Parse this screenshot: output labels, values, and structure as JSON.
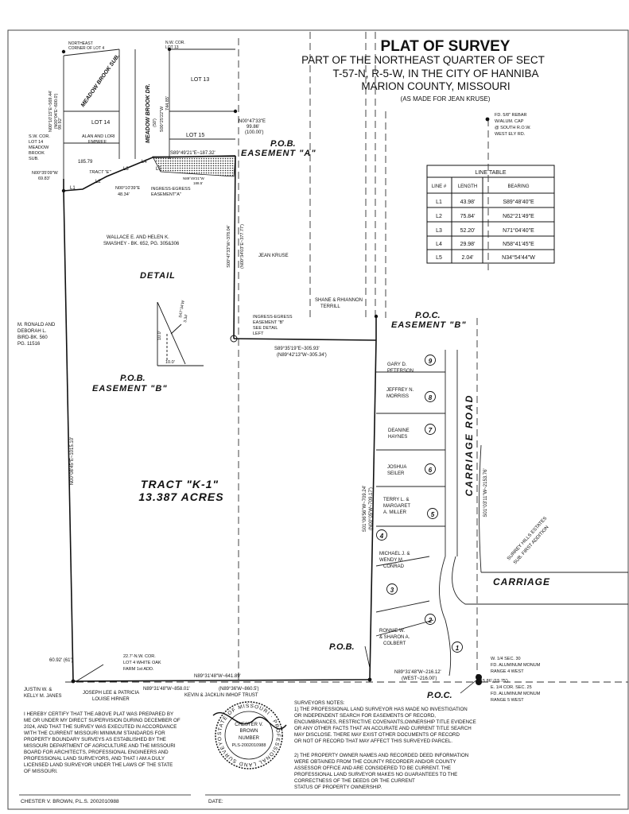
{
  "title": {
    "main": "PLAT OF SURVEY",
    "line2": "PART OF THE NORTHEAST QUARTER OF SECT",
    "line3": "T-57-N, R-5-W, IN THE CITY OF HANNIBA",
    "line4": "MARION COUNTY, MISSOURI",
    "line5": "(AS MADE FOR JEAN KRUSE)"
  },
  "line_table": {
    "title": "LINE TABLE",
    "headers": [
      "LINE #",
      "LENGTH",
      "BEARING"
    ],
    "rows": [
      {
        "line": "L1",
        "length": "43.98'",
        "bearing": "S89°48'40\"E"
      },
      {
        "line": "L2",
        "length": "75.84'",
        "bearing": "N62°21'49\"E"
      },
      {
        "line": "L3",
        "length": "52.20'",
        "bearing": "N71°04'40\"E"
      },
      {
        "line": "L4",
        "length": "29.98'",
        "bearing": "N58°41'45\"E"
      },
      {
        "line": "L5",
        "length": "2.04'",
        "bearing": "N34°54'44\"W"
      }
    ]
  },
  "labels": {
    "ne_corner": [
      "NORTHEAST",
      "CORNER OF LOT 4"
    ],
    "nw_cor_lot13": [
      "N.W. COR.",
      "LOT 13"
    ],
    "lot13": "LOT 13",
    "lot14": "LOT 14",
    "lot15": "LOT 15",
    "meadow_brook_sub": "MEADOW BROOK SUB.",
    "meadow_brook_dr": "MEADOW BROOK DR.",
    "dr_width": "(50')",
    "alan_lori": [
      "ALAN AND LORI",
      "EMBREE"
    ],
    "sw_cor_lot14": [
      "S.W. COR.",
      "LOT 14",
      "MEADOW",
      "BROOK",
      "SUB."
    ],
    "bearing_west_top": "N00°10'15\"E~569.44'",
    "bearing_west_top_rec": "(N00°04'E~600.0')",
    "dist_99_92": "99.92'",
    "dist_185_79": "185.79",
    "lot15_east": "S00°25'22\"W",
    "lot15_east_2": "744.85'",
    "n00_47": "N00°47'33\"E",
    "n00_47_dist": "99.86'",
    "n00_47_rec": "(100.00')",
    "s89_49": "S89°49'21\"E~187.32'",
    "pob_a1": "P.O.B.",
    "pob_a2": "EASEMENT \"A\"",
    "n00_35": "N00°35'09\"W",
    "n00_35_dist": "69.83'",
    "tract_e": "TRACT \"E\"",
    "n00_10_39": "N00°10'39\"E",
    "dist_48_34": "48.34'",
    "ingress_a": [
      "INGRESS-EGRESS",
      "EASEMENT\"A\""
    ],
    "n89_49_small": "N89°49'21\"W",
    "dist_188_5": "188.5'",
    "wallace": [
      "WALLACE E. AND HELEN K.",
      "SMASHEY - BK. 652, PG. 305&306"
    ],
    "jean_kruse": "JEAN KRUSE",
    "s00_47": "S00°47'33\"W~378.04'",
    "s00_47_rec": "(N00°34'03\"E~377.77')",
    "shane": [
      "SHANE & RHIANNON",
      "TERRILL"
    ],
    "detail": "DETAIL",
    "ronald": [
      "M. RONALD AND",
      "DEBORAH L.",
      "BIRD-BK. 560",
      "PG. 11516"
    ],
    "ingress_b": [
      "INGRESS-EGRESS",
      "EASEMENT \"B\"",
      "SEE DETAIL",
      "LEFT"
    ],
    "poc_b1": "P.O.C.",
    "poc_b2": "EASEMENT \"B\"",
    "s89_35": "S89°35'19\"E~305.93'",
    "s89_35_rec": "(N89°42'13\"W~305.34')",
    "pob_b1": "P.O.B.",
    "pob_b2": "EASEMENT \"B\"",
    "detail_10": "10.0'",
    "detail_10b": "10.0'",
    "detail_bearing": "S47°34'W",
    "detail_dist": "3.34'",
    "west_bearing": "N00°08'45\"E~1015.10'",
    "tract_k1_1": "TRACT \"K-1\"",
    "tract_k1_2": "13.387 ACRES",
    "gary": [
      "GARY D.",
      "PETERSON"
    ],
    "jeffrey": [
      "JEFFREY N.",
      "MORRISS"
    ],
    "deanine": [
      "DEANINE",
      "HAYNES"
    ],
    "joshua": [
      "JOSHUA",
      "SEILER"
    ],
    "terry": [
      "TERRY L. &",
      "MARGARET",
      "A. MILLER"
    ],
    "michael": [
      "MICHAEL J. &",
      "WENDY M.",
      "CONRAD"
    ],
    "ronnie": [
      "RONNIE W.",
      "& SHARON A.",
      "COLBERT"
    ],
    "carriage_road": "CARRIAGE ROAD",
    "carriage_2": "CARRIAGE",
    "s01_06": "S01°06'56\"W~709.24'",
    "s01_06_rec": "(N00°05'W~709.17')",
    "s01_03": "S01°03'11\"W~2153.76'",
    "surrey": [
      "SURREY HILLS ESTATES",
      "SUB. FIRST ADDITION"
    ],
    "fd_rebar": [
      "FD. 5/8\" REBAR",
      "W/ALUM. CAP",
      "@ SOUTH R.O.W.",
      "WEST ELY RD."
    ],
    "pob_bottom": "P.O.B.",
    "poc_bottom": "P.O.C.",
    "n89_31_east": "N89°31'48\"W~216.12'",
    "n89_31_east_rec": "(WEST~216.00')",
    "dist_60_92": "60.92' (61')",
    "nw_cor_lot4": [
      "22.7'-N.W. COR.",
      "LOT 4 WHITE OAK",
      "FARM 1st ADD."
    ],
    "n89_31_mid": "N89°31'48\"W~641.89'",
    "n89_31_west": "N89°31'48\"W~858.01'",
    "n89_36_rec": "(N89°36'W~860.5')",
    "kevin": "KEVIN & JACKLIN IMHOF TRUST",
    "justin": [
      "JUSTIN W. &",
      "KELLY M. JANES"
    ],
    "joseph": [
      "JOSEPH LEE & PATRICIA",
      "LOUISE HIRNER"
    ],
    "w_quarter": [
      "W. 1/4 SEC. 30",
      "FD. ALUMINUM MONUM",
      "RANGE 4 WEST"
    ],
    "e_quarter": [
      "E. 1/4 COR. SEC. 25",
      "FD. ALUMINUM MONUM",
      "RANGE 5 WEST"
    ],
    "dist_15_86": "15.86' (15.75')",
    "lot_numbers": [
      "9",
      "8",
      "7",
      "6",
      "5",
      "4",
      "3",
      "2",
      "1"
    ]
  },
  "certification": [
    "I HEREBY CERTIFY THAT THE ABOVE PLAT WAS PREPARED BY",
    "ME OR UNDER MY DIRECT SUPERVISION DURING DECEMBER OF",
    "2024, AND THAT THE SURVEY WAS EXECUTED IN ACCORDANCE",
    "WITH THE CURRENT MISSOURI MINIMUM STANDARDS FOR",
    "PROPERTY BOUNDARY SURVEYS AS ESTABLISHED BY THE",
    "MISSOURI DEPARTMENT OF AGRICULTURE AND THE MISSOURI",
    "BOARD FOR ARCHITECTS, PROFESSIONAL ENGINEERS AND",
    "PROFESSIONAL LAND SURVEYORS, AND THAT I AM A DULY",
    "LICENSED LAND SURVEYOR UNDER THE LAWS OF THE STATE",
    "OF MISSOURI."
  ],
  "seal": {
    "ring": "STATE OF MISSOURI · PROFESSIONAL LAND SURVEYOR ·",
    "name1": "CHESTER V.",
    "name2": "BROWN",
    "number_label": "NUMBER",
    "number": "PLS-2002010988"
  },
  "notes": [
    "SURVEYORS NOTES:",
    "1) THE PROFESSIONAL LAND SURVEYOR HAS MADE NO INVESTIGATION",
    "OR INDEPENDENT SEARCH FOR EASEMENTS OF RECORD,",
    "ENCUMBRANCES, RESTRICTIVE COVENANTS,OWNERSHIP TITLE EVIDENCE",
    "OR ANY OTHER FACTS THAT AN ACCURATE AND CURRENT TITLE SEARCH",
    "MAY DISCLOSE.  THERE MAY EXIST OTHER DOCUMENTS OF RECORD",
    "OR NOT OF RECORD THAT MAY AFFECT THIS SURVEYED PARCEL.",
    "",
    "2) THE PROPERTY OWNER NAMES AND RECORDED DEED INFORMATION",
    "WERE OBTAINED FROM THE COUNTY RECORDER AND/OR COUNTY",
    "ASSESSOR OFFICE AND ARE CONSIDERED TO BE CURRENT.  THE",
    "PROFESSIONAL LAND SURVEYOR MAKES NO GUARANTEES TO THE",
    "CORRECTNESS OF THE DEEDS OR THE CURRENT",
    "STATUS OF PROPERTY OWNERSHIP."
  ],
  "signature": {
    "name": "CHESTER V. BROWN, P.L.S. 2002010988",
    "date_label": "DATE:"
  }
}
